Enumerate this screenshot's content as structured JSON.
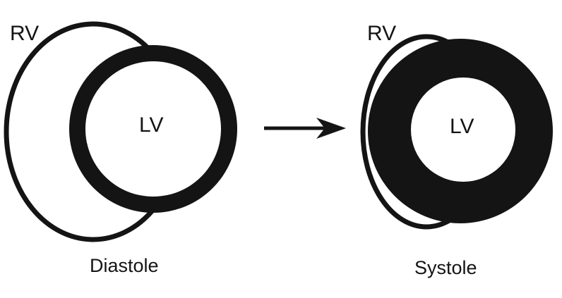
{
  "colors": {
    "background": "#ffffff",
    "ink": "#141414"
  },
  "diastole": {
    "rv_label": "RV",
    "lv_label": "LV",
    "caption": "Diastole"
  },
  "systole": {
    "rv_label": "RV",
    "lv_label": "LV",
    "caption": "Systole"
  },
  "icons": {
    "transition": "arrow-right-icon"
  }
}
